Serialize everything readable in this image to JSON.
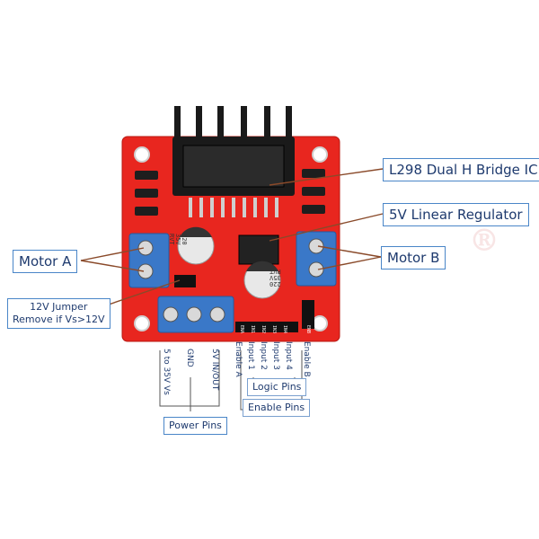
{
  "labels": {
    "l298": "L298 Dual H Bridge IC",
    "regulator": "5V Linear Regulator",
    "motor_a": "Motor A",
    "motor_b": "Motor B",
    "jumper_line1": "12V Jumper",
    "jumper_line2": "Remove if Vs>12V",
    "power_pins": "Power Pins",
    "logic_pins": "Logic Pins",
    "enable_pins": "Enable Pins"
  },
  "power_pin_labels": [
    "5 to 35V Vs",
    "GND",
    "5V IN/OUT"
  ],
  "logic_pin_labels": [
    "Enable A",
    "Input 1",
    "Input 2",
    "Input 3",
    "Input 4",
    "Enable B"
  ],
  "board_pin_silk": [
    "ENA",
    "IN1",
    "IN2",
    "IN3",
    "IN4",
    "ENB"
  ],
  "capacitor_text": [
    "220",
    "35V",
    "RVT"
  ],
  "watermark": "®",
  "colors": {
    "board": "#e8261f",
    "terminal": "#3a78c8",
    "heatsink": "#1a1a1a",
    "callout_border": "#4a86c8",
    "callout_text": "#1e3a6e"
  }
}
